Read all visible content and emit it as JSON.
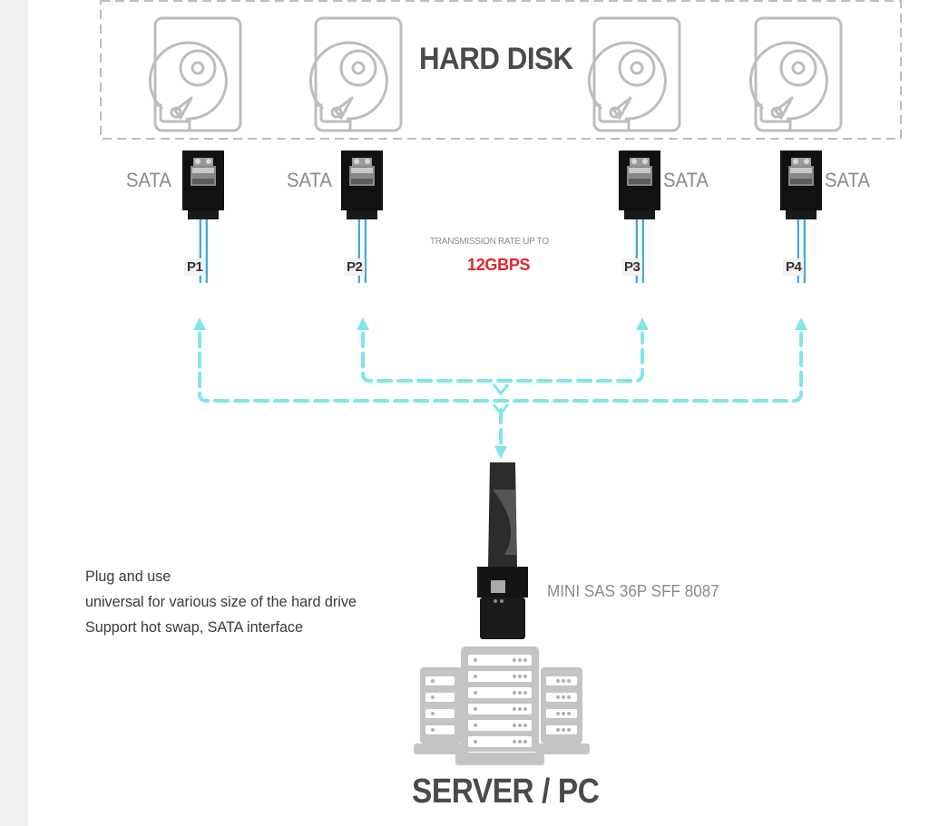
{
  "diagram": {
    "hard_disk_group": {
      "title": "HARD DISK",
      "disk_count": 4,
      "icon": "hard-disk-icon"
    },
    "sata_ports": [
      {
        "port": "P1",
        "connector_label": "SATA",
        "label_side": "left"
      },
      {
        "port": "P2",
        "connector_label": "SATA",
        "label_side": "left"
      },
      {
        "port": "P3",
        "connector_label": "SATA",
        "label_side": "right"
      },
      {
        "port": "P4",
        "connector_label": "SATA",
        "label_side": "right"
      }
    ],
    "transmission": {
      "caption": "TRANSMISSION RATE UP TO",
      "value": "12GBPS",
      "value_color": "#e0262b"
    },
    "host_connector": {
      "label": "MINI SAS 36P SFF 8087"
    },
    "features": [
      "Plug and use",
      "universal for various size of the hard drive",
      "Support hot swap, SATA interface"
    ],
    "host": {
      "title": "SERVER / PC",
      "icon": "server-rack-icon"
    },
    "colors": {
      "flow_line": "#7fe6ea",
      "cable": "#4aa8d8",
      "icon_gray": "#bdbdbd",
      "text_dark": "#4a4a4a",
      "text_gray": "#8a8a8a",
      "side_strip": "#f0f0f0"
    },
    "edges": [
      {
        "from": "host",
        "to": "P1"
      },
      {
        "from": "host",
        "to": "P2"
      },
      {
        "from": "host",
        "to": "P3"
      },
      {
        "from": "host",
        "to": "P4"
      }
    ]
  }
}
